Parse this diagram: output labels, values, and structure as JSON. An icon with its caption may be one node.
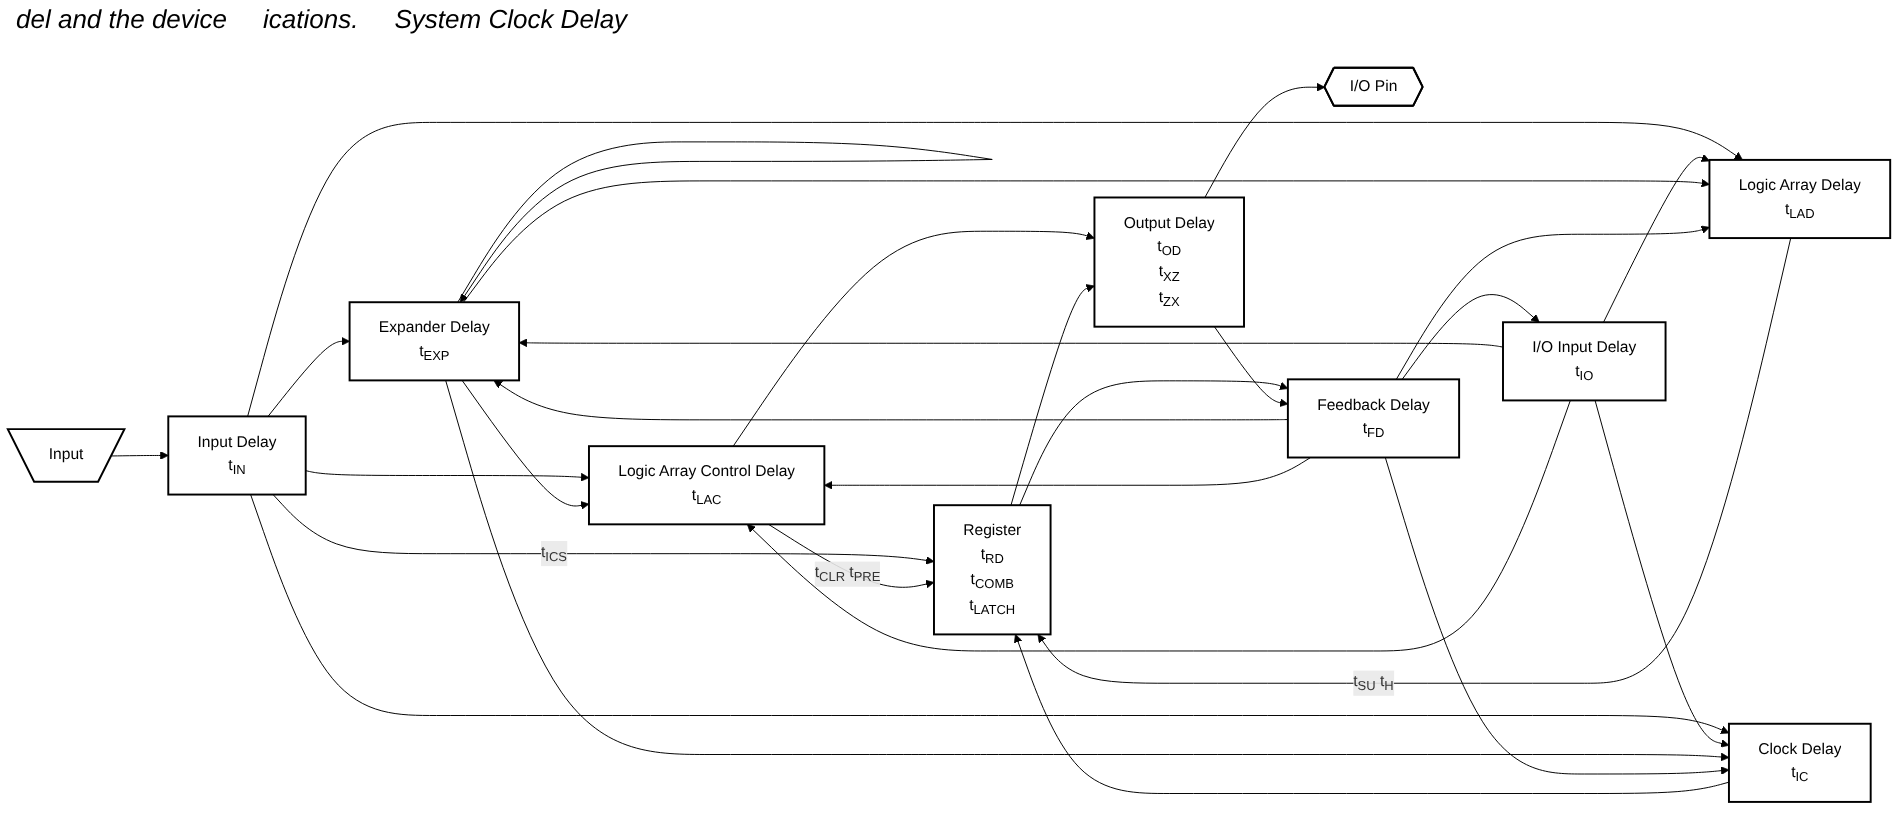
{
  "diagram": {
    "nodes": [
      {
        "text": [
          "Input"
        ]
      },
      {
        "text": [
          "Input Delay",
          "t$_{IN}$"
        ]
      },
      {
        "text": [
          "I/O Input Delay",
          "t$_{IO}$"
        ]
      },
      {
        "text": [
          "Expander Delay",
          "t$_{EXP}$"
        ]
      },
      {
        "text": [
          "Logic Array Control Delay",
          "t$_{LAC}$"
        ]
      },
      {
        "text": [
          "Logic Array Delay",
          "t$_{LAD}$"
        ]
      },
      {
        "text": [
          "Clock Delay",
          "t$_{IC}$"
        ]
      },
      {
        "text": [
          "Register",
          "t$_{RD}$",
          "t$_{COMB}$",
          "t$_{LATCH}$"
        ]
      },
      {
        "text": [
          "Output Delay",
          "t$_{OD}$",
          "t$_{XZ}$",
          "t$_{ZX}$"
        ]
      },
      {
        "text": [
          "I/O Pin"
        ]
      },
      {
        "text": [
          "Feedback Delay",
          "t$_{FD}$"
        ]
      }
    ],
    "edges": [
      {
        "from": 0,
        "to": 1,
        "arrow": "to"
      },
      {
        "from": 1,
        "to": 3,
        "arrow": "to"
      },
      {
        "from": 1,
        "to": 4,
        "arrow": "to"
      },
      {
        "from": 1,
        "to": 5,
        "arrow": "to"
      },
      {
        "from": 1,
        "to": 6,
        "arrow": "to"
      },
      {
        "from": 1,
        "to": 7,
        "arrow": "to",
        "label": "t$_{ICS}$"
      },
      {
        "from": 2,
        "to": 3,
        "arrow": "to"
      },
      {
        "from": 2,
        "to": 4,
        "arrow": "to"
      },
      {
        "from": 2,
        "to": 5,
        "arrow": "to"
      },
      {
        "from": 2,
        "to": 6,
        "arrow": "to"
      },
      {
        "from": 3,
        "to": 3,
        "arrow": "to"
      },
      {
        "from": 3,
        "to": 4,
        "arrow": "to"
      },
      {
        "from": 3,
        "to": 5,
        "arrow": "to"
      },
      {
        "from": 3,
        "to": 6,
        "arrow": "to"
      },
      {
        "from": 4,
        "to": 7,
        "arrow": "to",
        "label": "t$_{CLR}$ t$_{PRE}$"
      },
      {
        "from": 4,
        "to": 8,
        "arrow": "to"
      },
      {
        "from": 5,
        "to": 7,
        "arrow": "to",
        "label": "t$_{SU}$ t$_{H}$"
      },
      {
        "from": 6,
        "to": 7,
        "arrow": "to"
      },
      {
        "from": 7,
        "to": 8,
        "arrow": "to"
      },
      {
        "from": 7,
        "to": 10,
        "arrow": "to"
      },
      {
        "from": 8,
        "to": 9,
        "arrow": "to"
      },
      {
        "from": 8,
        "to": 10,
        "arrow": "to"
      },
      {
        "from": 10,
        "to": 2,
        "arrow": "to"
      },
      {
        "from": 10,
        "to": 3,
        "arrow": "to"
      },
      {
        "from": 10,
        "to": 4,
        "arrow": "to"
      },
      {
        "from": 10,
        "to": 5,
        "arrow": "to"
      },
      {
        "from": 10,
        "to": 6,
        "arrow": "to"
      }
    ],
    "labels": [
      "del and the device",
      "ications.",
      "System Clock Delay"
    ]
  }
}
